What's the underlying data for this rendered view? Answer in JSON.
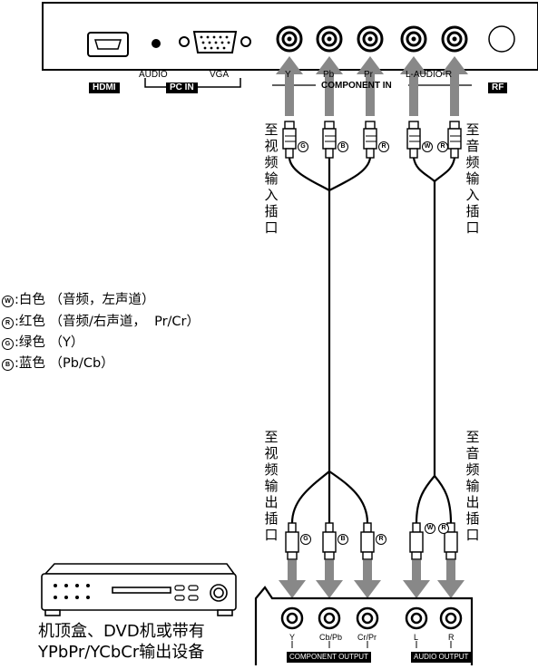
{
  "tv_panel": {
    "hdmi_badge": "HDMI",
    "audio_label": "AUDIO",
    "vga_label": "VGA",
    "pc_in_badge": "PC IN",
    "component_in_label": "COMPONENT IN",
    "jack_labels": [
      "Y",
      "Pb",
      "Pr",
      "L-AUDIO-R"
    ],
    "rf_badge": "RF"
  },
  "connector_tags": {
    "video": [
      "G",
      "B",
      "R"
    ],
    "audio": [
      "W",
      "R"
    ]
  },
  "vertical_labels": {
    "to_video_input": "至视频输入插口",
    "to_audio_input": "至音频输入插口",
    "to_video_output": "至视频输出插口",
    "to_audio_output": "至音频输出插口"
  },
  "legend": [
    {
      "symbol": "W",
      "text": ":白色 （音频，左声道）"
    },
    {
      "symbol": "R",
      "text": ":红色 （音频/右声道，  Pr/Cr）"
    },
    {
      "symbol": "G",
      "text": ":绿色 （Y）"
    },
    {
      "symbol": "B",
      "text": ":蓝色 （Pb/Cb）"
    }
  ],
  "source_device": {
    "caption_line1": "机顶盒、DVD机或带有",
    "caption_line2": "YPbPr/YCbCr输出设备",
    "jack_labels": [
      "Y",
      "Cb/Pb",
      "Cr/Pr",
      "L",
      "R"
    ],
    "component_output_badge": "COMPONENT OUTPUT",
    "audio_output_badge": "AUDIO OUTPUT"
  }
}
